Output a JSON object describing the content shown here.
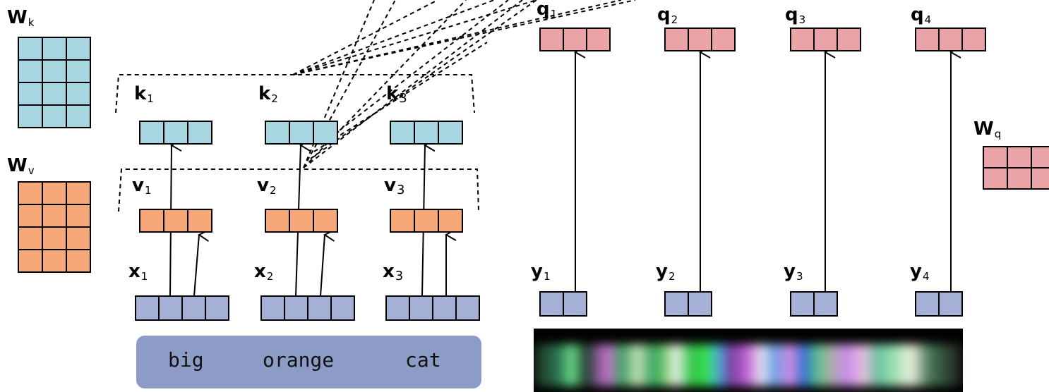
{
  "tokens": [
    "big",
    "orange",
    "cat"
  ],
  "colors": {
    "key": "#a8d6e0",
    "value": "#f6a878",
    "query": "#eaa4a8",
    "input": "#a4b0d6",
    "token_box": "#8c9cc6"
  },
  "matrices": {
    "wk": {
      "name": "W",
      "sub": "k"
    },
    "wv": {
      "name": "W",
      "sub": "v"
    },
    "wq": {
      "name": "W",
      "sub": "q"
    }
  },
  "encoder": {
    "keys": [
      {
        "name": "k",
        "sub": "1"
      },
      {
        "name": "k",
        "sub": "2"
      },
      {
        "name": "k",
        "sub": "3"
      }
    ],
    "values": [
      {
        "name": "v",
        "sub": "1"
      },
      {
        "name": "v",
        "sub": "2"
      },
      {
        "name": "v",
        "sub": "3"
      }
    ],
    "inputs": [
      {
        "name": "x",
        "sub": "1"
      },
      {
        "name": "x",
        "sub": "2"
      },
      {
        "name": "x",
        "sub": "3"
      }
    ]
  },
  "decoder": {
    "queries": [
      {
        "name": "q",
        "sub": "1"
      },
      {
        "name": "q",
        "sub": "2"
      },
      {
        "name": "q",
        "sub": "3"
      },
      {
        "name": "q",
        "sub": "4"
      }
    ],
    "outputs": [
      {
        "name": "y",
        "sub": "1"
      },
      {
        "name": "y",
        "sub": "2"
      },
      {
        "name": "y",
        "sub": "3"
      },
      {
        "name": "y",
        "sub": "4"
      }
    ]
  }
}
